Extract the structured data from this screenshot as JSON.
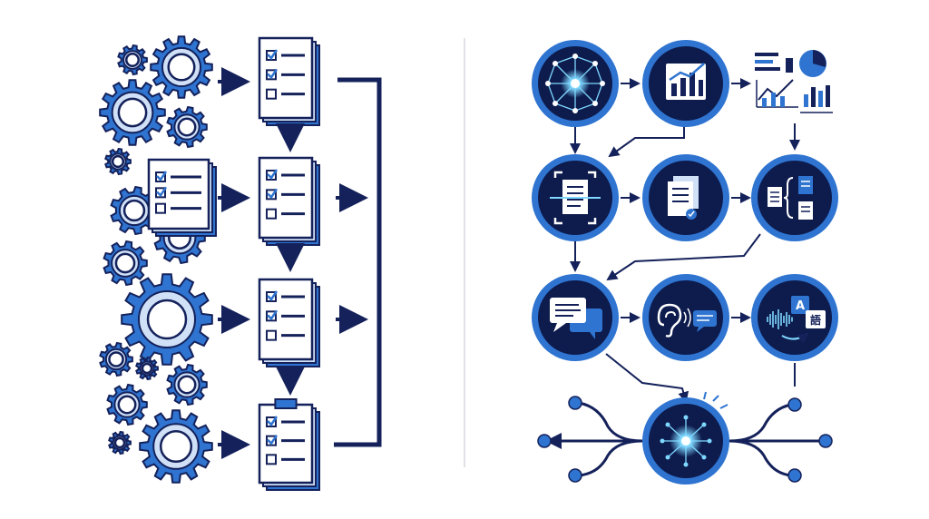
{
  "colors": {
    "navy": "#14215a",
    "blue": "#2f74d0",
    "light_blue": "#cfe0f7",
    "node_fill": "#0d1b4d",
    "glow": "#7fd8ff",
    "divider": "#d5d9e0",
    "paper": "#ffffff"
  },
  "left_panel": {
    "gear_icons": [
      "gear-icon"
    ],
    "checklist_icons": [
      "checklist-doc-icon"
    ]
  },
  "right_panel": {
    "nodes": [
      {
        "id": "network-node",
        "icon": "neural-network-icon"
      },
      {
        "id": "bar-chart-node",
        "icon": "bar-chart-icon"
      },
      {
        "id": "analytics-cluster",
        "icon": "analytics-icon"
      },
      {
        "id": "document-scan-node",
        "icon": "document-scan-icon"
      },
      {
        "id": "verified-document-node",
        "icon": "verified-document-icon"
      },
      {
        "id": "document-split-node",
        "icon": "document-split-icon"
      },
      {
        "id": "chat-node",
        "icon": "chat-bubbles-icon"
      },
      {
        "id": "speech-recognition-node",
        "icon": "ear-speech-icon"
      },
      {
        "id": "translation-node",
        "icon": "translation-icon"
      },
      {
        "id": "hub-node",
        "icon": "central-hub-icon"
      }
    ],
    "translation_glyphs": {
      "latin": "A",
      "cjk": "語"
    }
  }
}
